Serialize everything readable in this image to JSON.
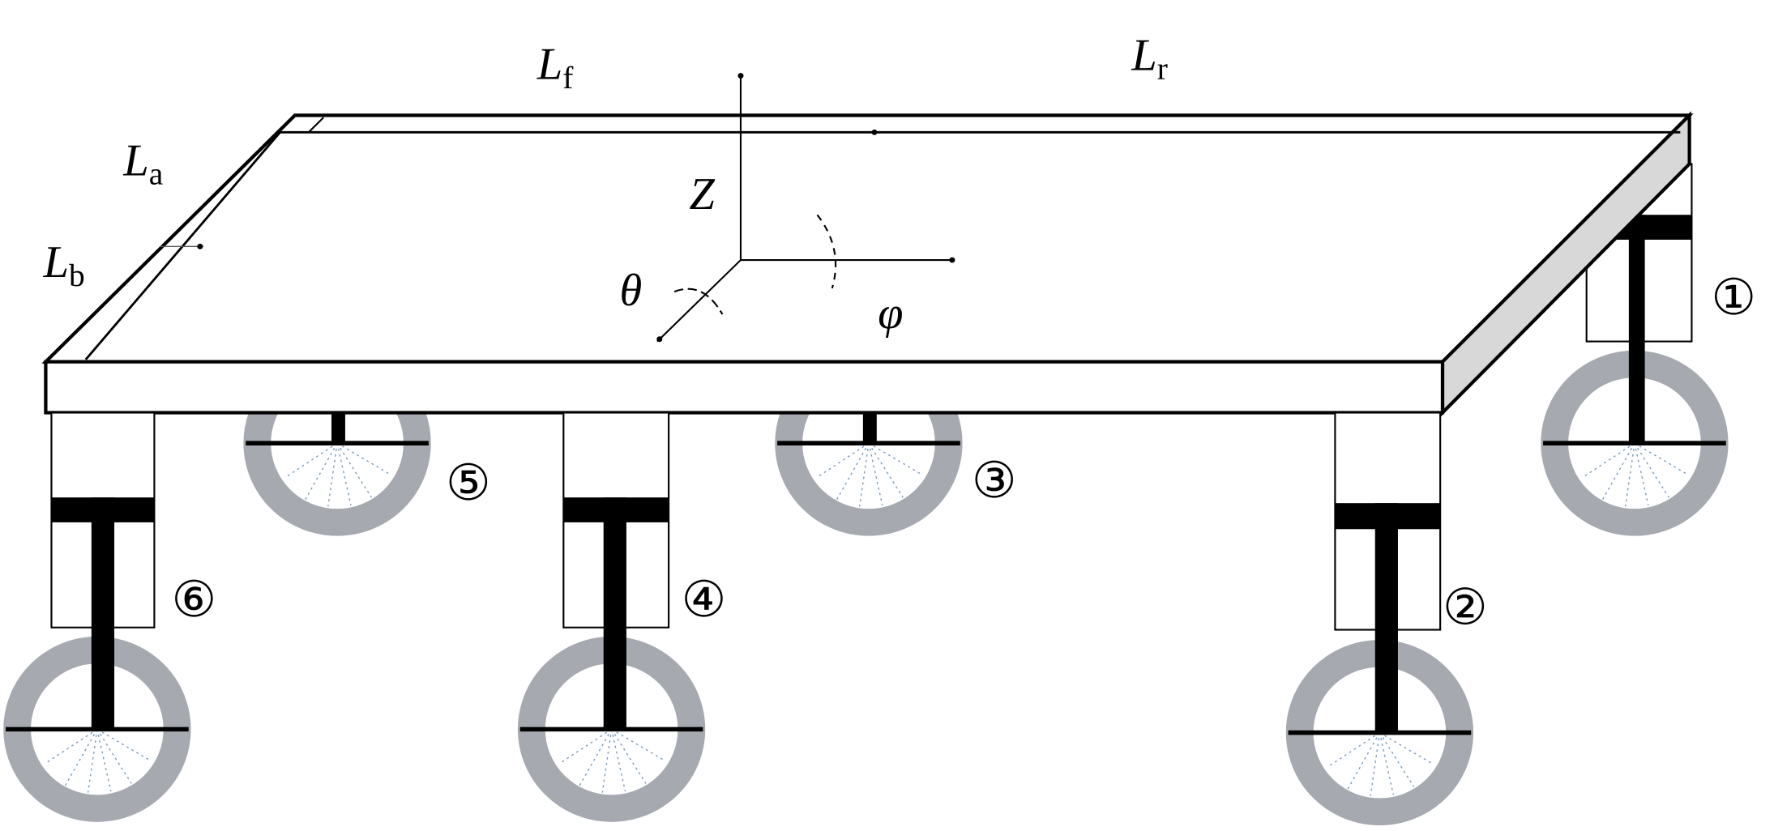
{
  "diagram": {
    "dimension_labels": [
      {
        "main": "L",
        "sub": "f"
      },
      {
        "main": "L",
        "sub": "r"
      },
      {
        "main": "L",
        "sub": "a"
      },
      {
        "main": "L",
        "sub": "b"
      }
    ],
    "axis_labels": {
      "z": "Z",
      "pitch": "θ",
      "roll": "φ"
    },
    "wheel_numbers": [
      "①",
      "②",
      "③",
      "④",
      "⑤",
      "⑥"
    ],
    "colors": {
      "line": "#000000",
      "tire": "#a6aab0",
      "side_face": "#d8d8d8",
      "spoke": "#7a9cc0"
    }
  }
}
